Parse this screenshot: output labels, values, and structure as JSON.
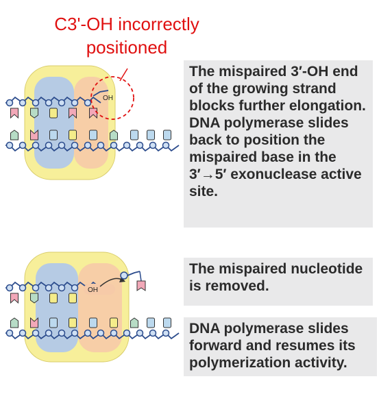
{
  "annotation": {
    "line1": "C3'-OH incorrectly",
    "line2": "positioned"
  },
  "step1": {
    "text": "The mispaired 3′-OH end of the growing strand blocks further elongation. DNA polymerase slides back to position the mispaired base in the 3′→5′ exonuclease active site.",
    "oh_label": "OH"
  },
  "step2": {
    "text": "The mispaired nucleotide is removed.",
    "oh_label": "OH"
  },
  "step3": {
    "text": "DNA polymerase slides forward and resumes its polymerization activity."
  },
  "colors": {
    "annotation": "#e01010",
    "polymerase": "#f7ef9a",
    "polymerase_site": "#aec6ec",
    "exo_site": "#f6caa8",
    "backbone_node": "#cfe0f4",
    "base_yellow": "#f4ec8a",
    "base_pink": "#f2a8b8",
    "base_green": "#b7dcc6",
    "base_blue": "#bcd9ee"
  }
}
